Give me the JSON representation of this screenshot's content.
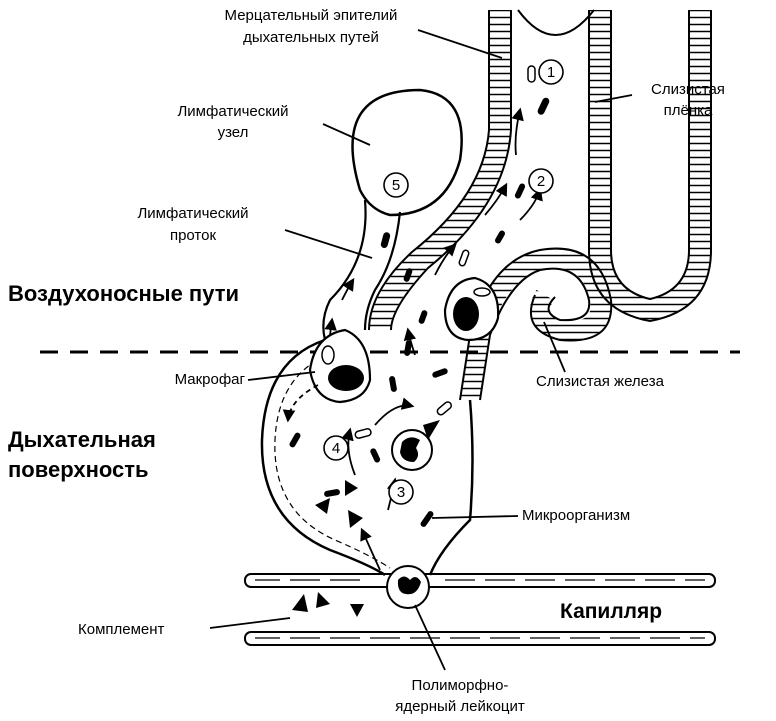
{
  "labels": {
    "cilia_line1": "Мерцательный эпителий",
    "cilia_line2": "дыхательных путей",
    "mucus_line1": "Слизистая",
    "mucus_line2": "плёнка",
    "node_line1": "Лимфатический",
    "node_line2": "узел",
    "duct_line1": "Лимфатический",
    "duct_line2": "проток",
    "airways": "Воздухоносные пути",
    "macrophage": "Макрофаг",
    "gland": "Слизистая железа",
    "surface_line1": "Дыхательная",
    "surface_line2": "поверхность",
    "microorganism": "Микроорганизм",
    "capillary": "Капилляр",
    "complement": "Комплемент",
    "pmn_line1": "Полиморфно-",
    "pmn_line2": "ядерный лейкоцит"
  },
  "steps": [
    "1",
    "2",
    "3",
    "4",
    "5"
  ]
}
